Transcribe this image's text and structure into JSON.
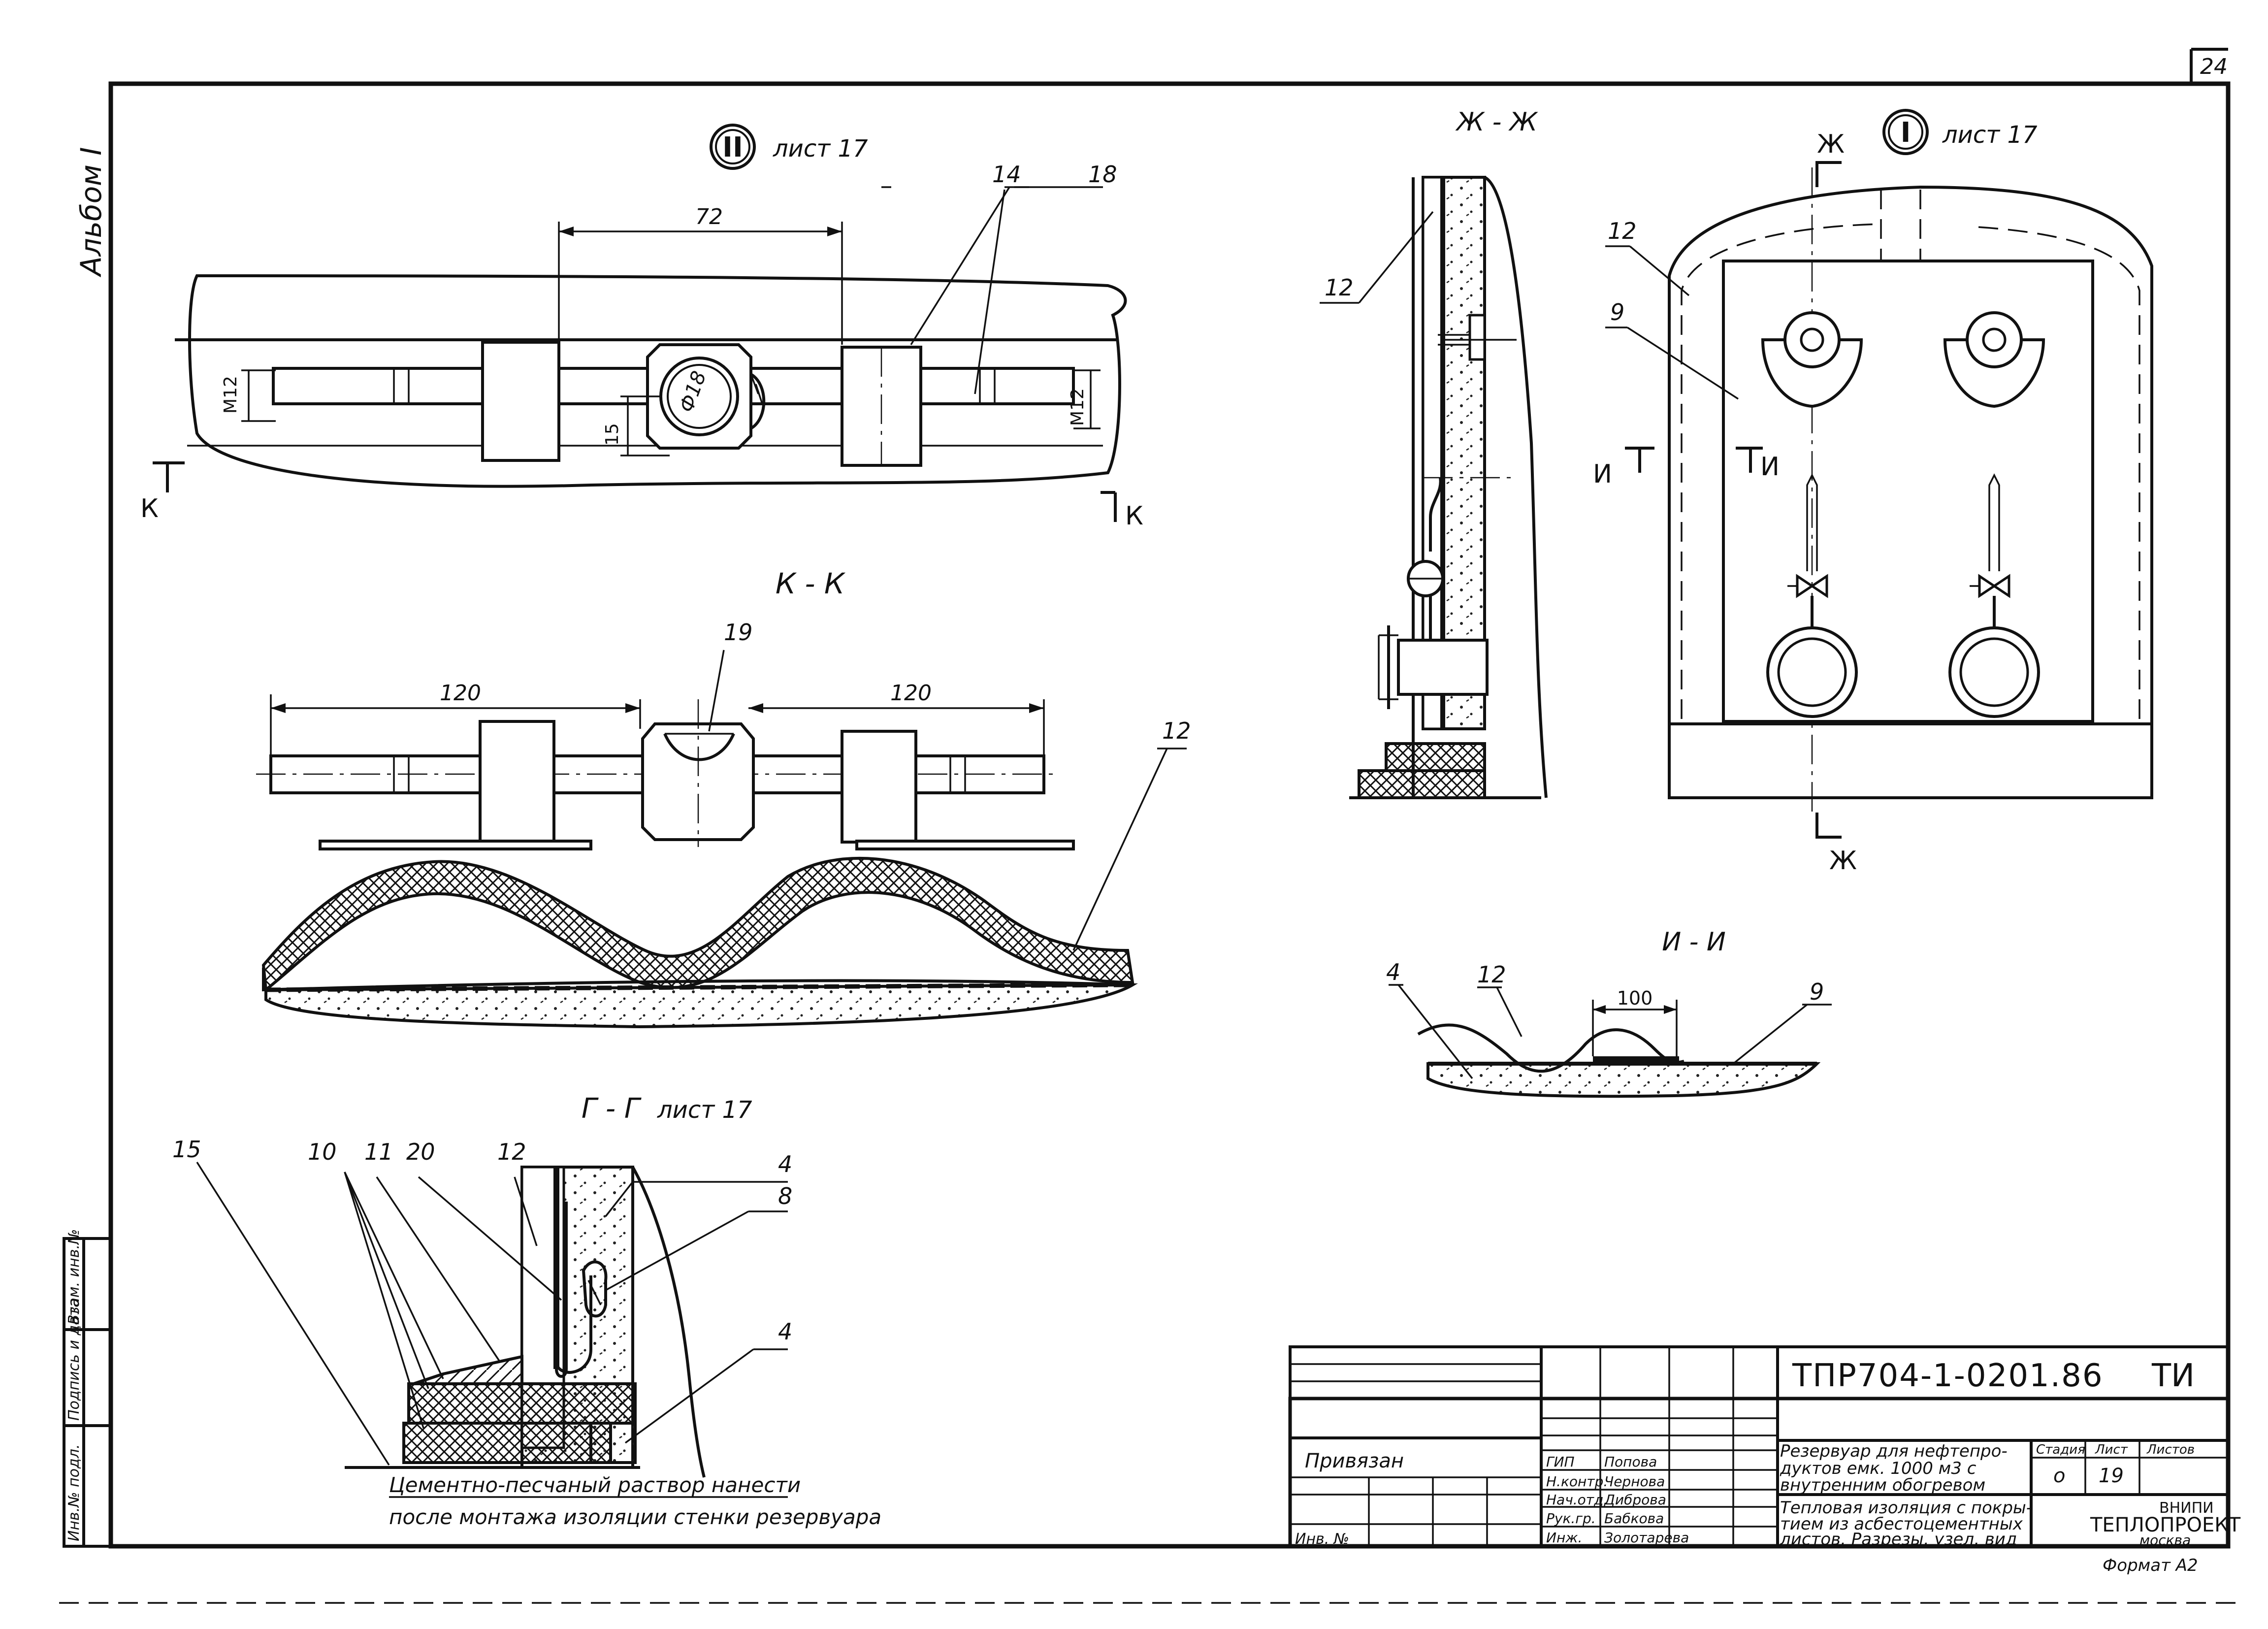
{
  "sheet_number": "24",
  "album_label": "Альбом I",
  "views": {
    "node_II": {
      "marker": "II",
      "ref": "лист 17",
      "dim_72": "72",
      "label_14": "14",
      "label_18": "18",
      "m12_left": "M12",
      "m12_right": "M12",
      "dim_15": "15",
      "dia": "Ф18",
      "cut_left": "К",
      "cut_right": "К"
    },
    "node_I": {
      "marker": "I",
      "ref": "лист 17",
      "label_12": "12",
      "label_9": "9",
      "cut_top": "Ж",
      "cut_bottom": "Ж",
      "cut_left": "И",
      "cut_right": "И"
    },
    "section_ZhZh": {
      "title": "Ж - Ж",
      "label_12": "12"
    },
    "section_KK": {
      "title": "К - К",
      "label_19": "19",
      "dim_left": "120",
      "dim_right": "120",
      "label_12": "12"
    },
    "section_II": {
      "title": "И - И",
      "label_4": "4",
      "label_12": "12",
      "dim_100": "100",
      "label_9": "9"
    },
    "section_GG": {
      "title": "Г - Г",
      "ref": "лист 17",
      "label_15": "15",
      "label_10": "10",
      "label_11": "11",
      "label_20": "20",
      "label_12": "12",
      "label_4a": "4",
      "label_8": "8",
      "label_4b": "4",
      "note_line1": "Цементно-песчаный раствор нанести",
      "note_line2": "после монтажа изоляции стенки резервуара"
    }
  },
  "side_stamp": {
    "col1": "Инв.№ подл.",
    "col2": "Подпись и дата",
    "col3": "Взам. инв.№"
  },
  "title_block": {
    "code": "ТПР704-1-0201.86",
    "mark": "ТИ",
    "privyazan": "Привязан",
    "inv_label": "Инв. №",
    "roles": [
      "ГИП",
      "Н.контр.",
      "Нач.отд.",
      "Рук.гр.",
      "Инж."
    ],
    "names": [
      "Попова",
      "Чернова",
      "Диброва",
      "Бабкова",
      "Золотарева"
    ],
    "object_line1": "Резервуар для нефтепро-",
    "object_line2": "дуктов емк. 1000 м3 с",
    "object_line3": "внутренним обогревом",
    "drawing_line1": "Тепловая изоляция с покры-",
    "drawing_line2": "тием из асбестоцементных",
    "drawing_line3": "листов. Разрезы, узел, вид",
    "stage_label": "Стадия",
    "sheet_label": "Лист",
    "sheets_label": "Листов",
    "stage_value": "о",
    "sheet_value": "19",
    "org_line1": "ВНИПИ",
    "org_line2": "ТЕПЛОПРОЕКТ",
    "org_line3": "москва",
    "format": "Формат А2"
  }
}
